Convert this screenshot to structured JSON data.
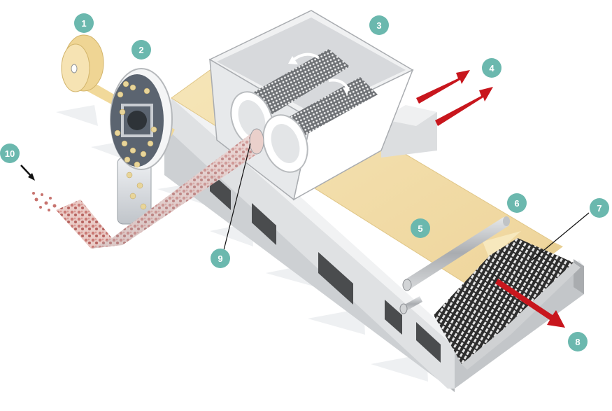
{
  "colors": {
    "badge": "#6bb8ae",
    "badge_text": "#ffffff",
    "arrow_red": "#c8161d",
    "frame_light": "#e9eaeb",
    "frame_mid": "#cfd1d3",
    "frame_dark": "#9a9da0",
    "felt": "#f3dfaa",
    "felt_edge": "#e2c98a",
    "powder": "#c7736e",
    "bead": "#e8d59a",
    "metal": "#b9bcc0",
    "mesh": "#3a3a3a"
  },
  "icons": {
    "flow_arrow": "red-arrow-icon",
    "input_arrow": "black-arrow-icon",
    "rotation_arrow": "curved-rotation-arrow-icon"
  },
  "callouts": [
    {
      "id": "c1",
      "label": "1"
    },
    {
      "id": "c2",
      "label": "2"
    },
    {
      "id": "c3",
      "label": "3"
    },
    {
      "id": "c4",
      "label": "4"
    },
    {
      "id": "c5",
      "label": "5"
    },
    {
      "id": "c6",
      "label": "6"
    },
    {
      "id": "c7",
      "label": "7"
    },
    {
      "id": "c8",
      "label": "8"
    },
    {
      "id": "c9",
      "label": "9"
    },
    {
      "id": "c10",
      "label": "10"
    }
  ]
}
